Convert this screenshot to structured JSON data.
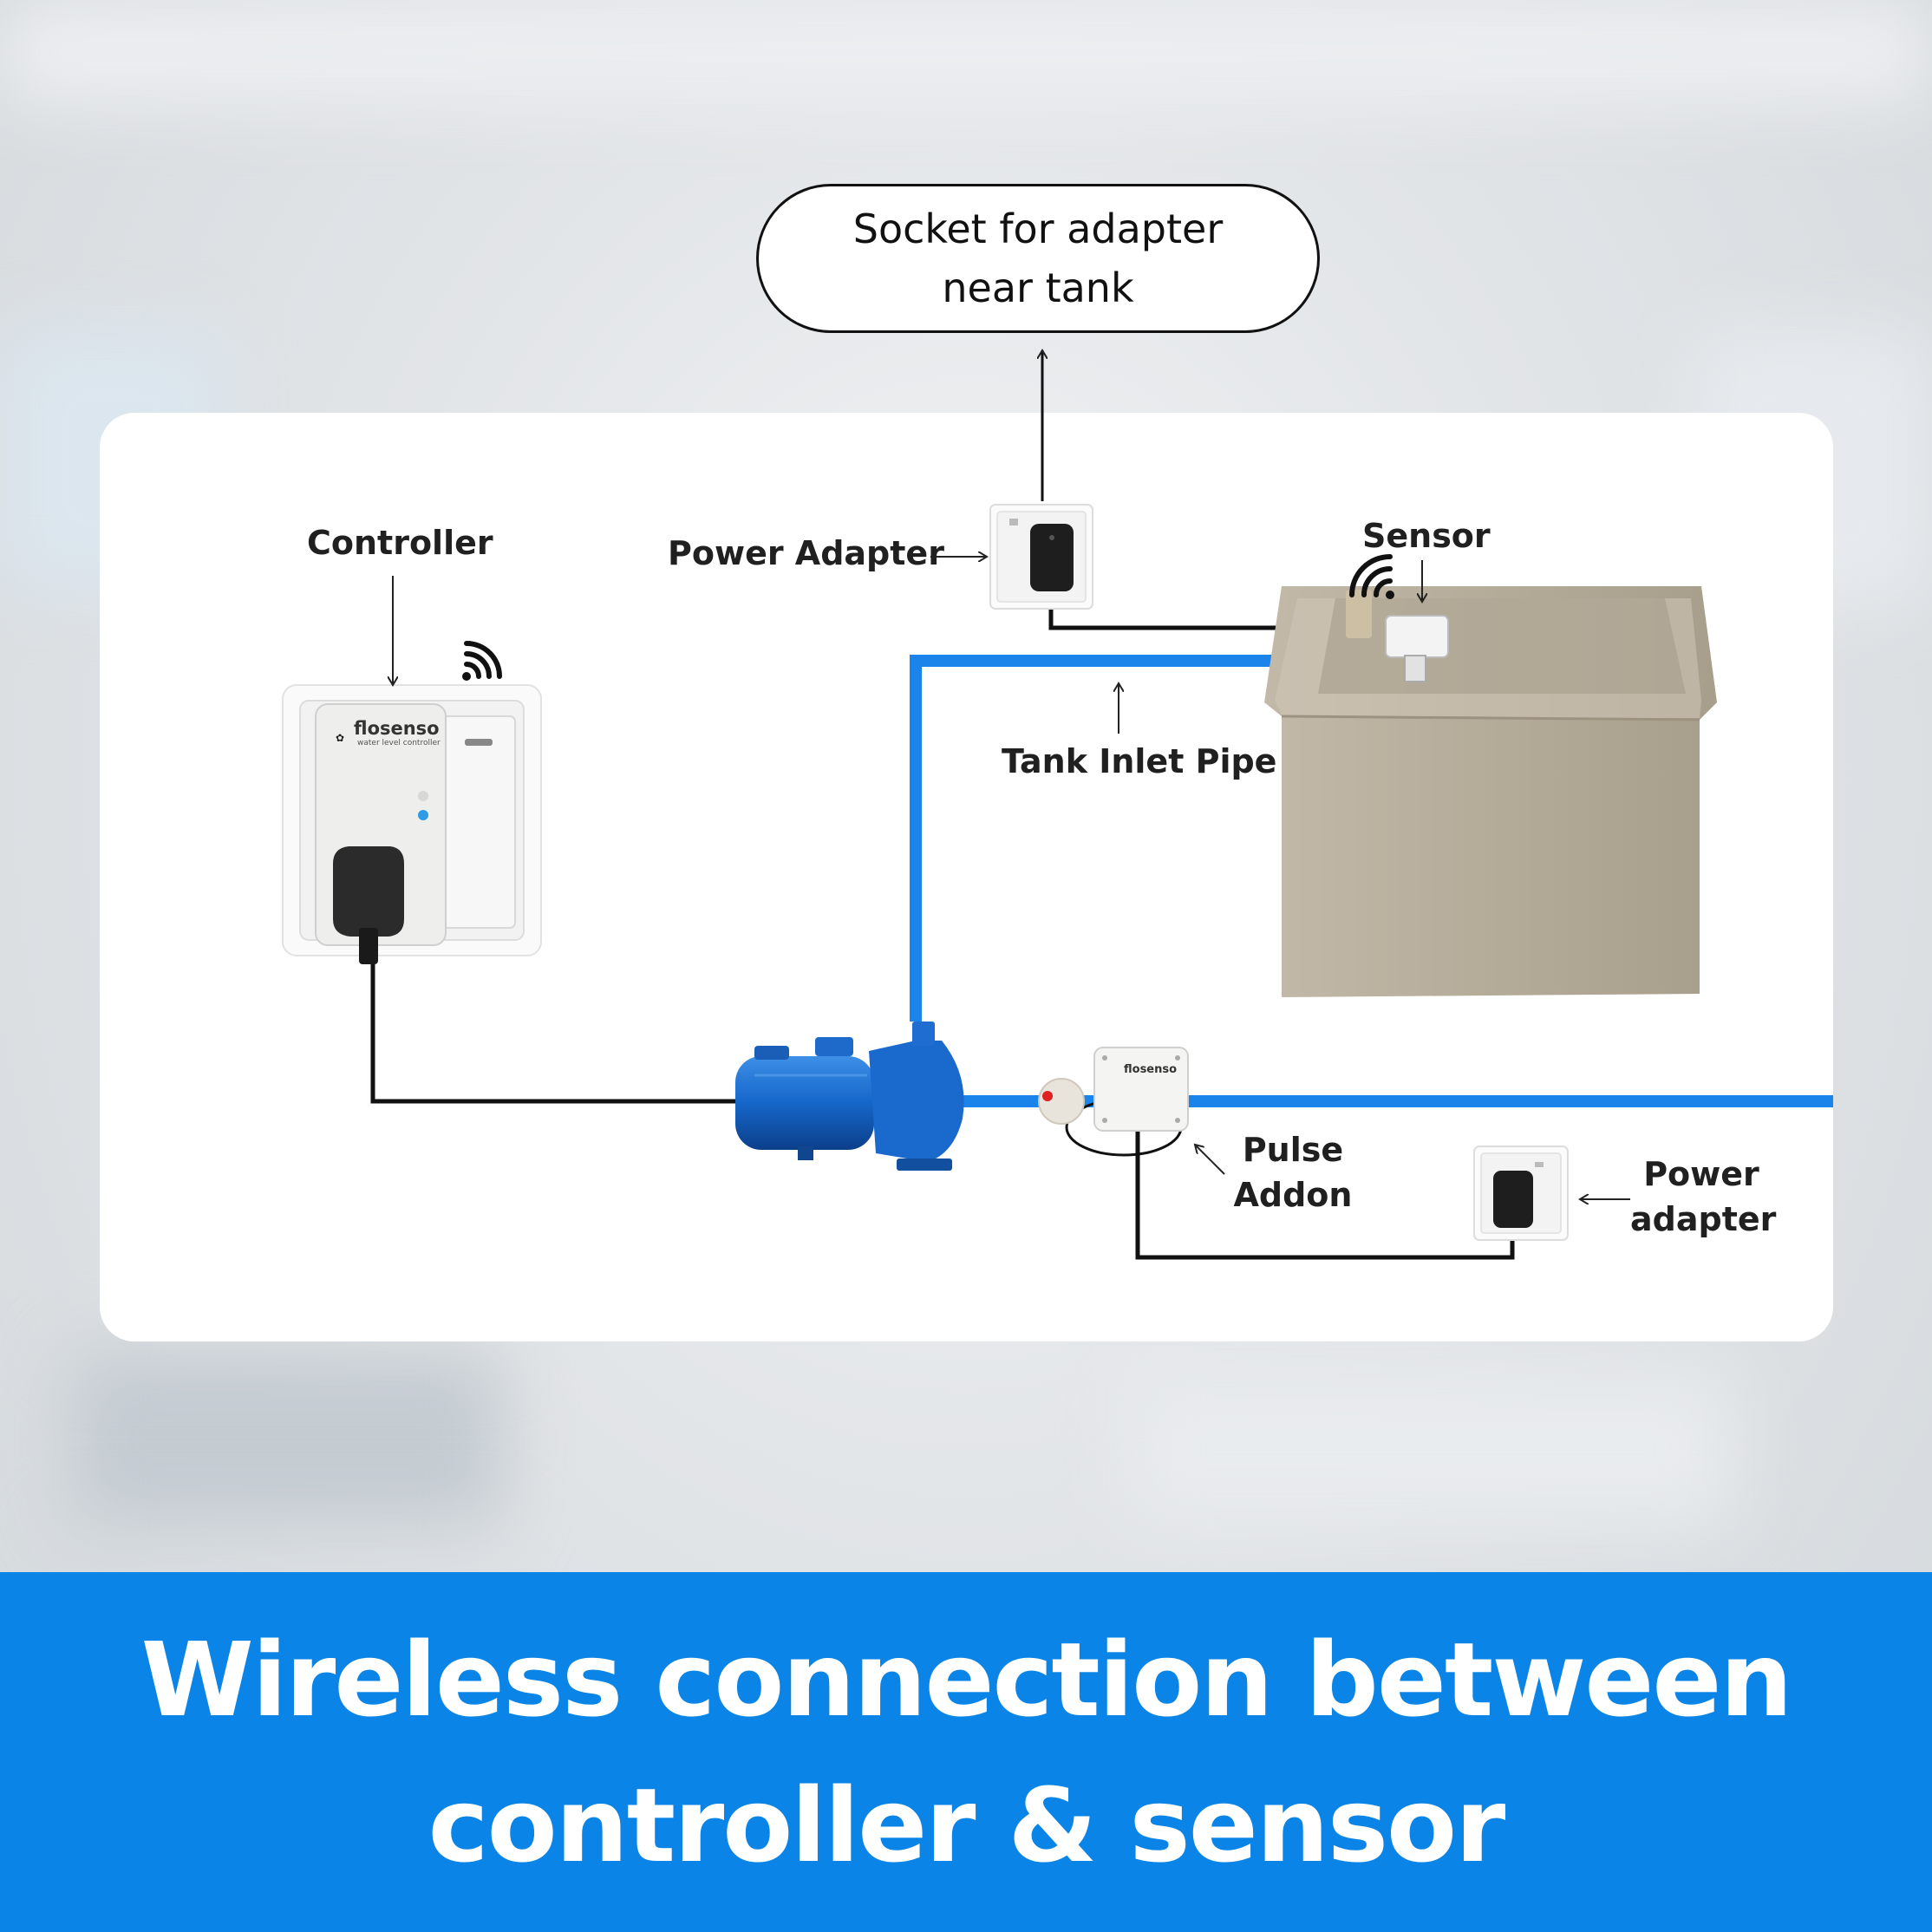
{
  "callout": {
    "line1": "Socket for adapter",
    "line2": "near tank"
  },
  "labels": {
    "controller": "Controller",
    "power_adapter_top": "Power Adapter",
    "sensor": "Sensor",
    "tank_inlet_pipe": "Tank Inlet Pipe",
    "pulse_addon_line1": "Pulse",
    "pulse_addon_line2": "Addon",
    "power_adapter_bottom_line1": "Power",
    "power_adapter_bottom_line2": "adapter"
  },
  "devices": {
    "controller_brand": "flosenso",
    "controller_subtitle": "water level controller",
    "pulse_brand": "flosenso"
  },
  "banner": {
    "line1": "Wireless connection between",
    "line2": "controller & sensor"
  },
  "colors": {
    "banner": "#0a84e6",
    "pipe": "#1a84ea",
    "wire": "#111111",
    "tank": "#b7ad9c",
    "pump": "#1565c8"
  }
}
